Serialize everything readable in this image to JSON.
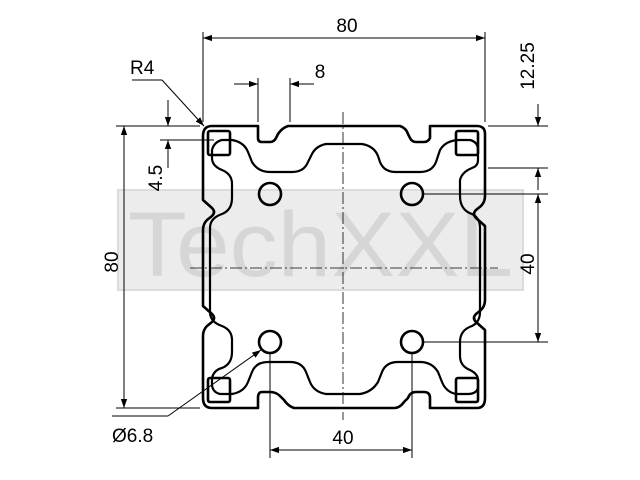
{
  "watermark": {
    "text": "TechXXL",
    "color": "#d8d8d8"
  },
  "dimensions": {
    "overall_width": "80",
    "slot_width": "8",
    "corner_radius": "R4",
    "lip_thickness": "4.5",
    "slot_depth": "12.25",
    "overall_height": "80",
    "hole_spacing_vertical": "40",
    "hole_spacing_horizontal": "40",
    "bore_diameter": "Ø6.8"
  },
  "colors": {
    "line": "#000000",
    "background": "#ffffff"
  }
}
